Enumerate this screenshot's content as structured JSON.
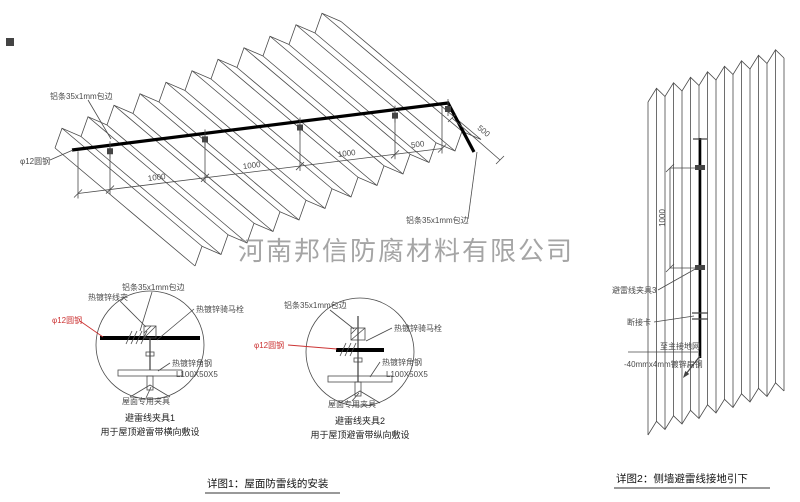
{
  "watermark": "河南邦信防腐材料有限公司",
  "colors": {
    "line": "#4a4a4a",
    "wire": "#000000",
    "highlight": "#cc3333",
    "watermark": "#8f8f8f"
  },
  "roof": {
    "label_strip_top": "铝条35x1mm包边",
    "label_round_steel": "φ12圆钢",
    "label_strip_right": "铝条35x1mm包边",
    "dims": [
      "1000",
      "1000",
      "1000",
      "500"
    ],
    "dim_edge": "500"
  },
  "detail1": {
    "label_wire_clip": "热镀锌线夹",
    "label_strip": "铝条35x1mm包边",
    "label_saddle_bolt": "热镀锌骑马栓",
    "label_round_steel": "φ12圆钢",
    "label_angle_steel": "热镀锌角钢",
    "label_angle_size": "L100X50X5",
    "label_roof_clamp": "屋面专用夹具",
    "title": "避雷线夹具1",
    "subtitle": "用于屋顶避雷带横向敷设"
  },
  "detail2": {
    "label_strip": "铝条35x1mm包边",
    "label_saddle_bolt": "热镀锌骑马栓",
    "label_round_steel": "φ12圆钢",
    "label_angle_steel": "热镀锌角钢",
    "label_angle_size": "L100X50X5",
    "label_roof_clamp": "屋面专用夹具",
    "title": "避雷线夹具2",
    "subtitle": "用于屋顶避雷带纵向敷设"
  },
  "wall": {
    "dim": "1000",
    "label_clamp3": "避雷线夹具3",
    "label_disconnect": "断接卡",
    "label_to_ground": "至主接地网",
    "label_flat_steel": "-40mmx4mm镀锌扁钢"
  },
  "captions": {
    "detail1": "详图1：屋面防雷线的安装",
    "detail2": "详图2：侧墙避雷线接地引下"
  }
}
